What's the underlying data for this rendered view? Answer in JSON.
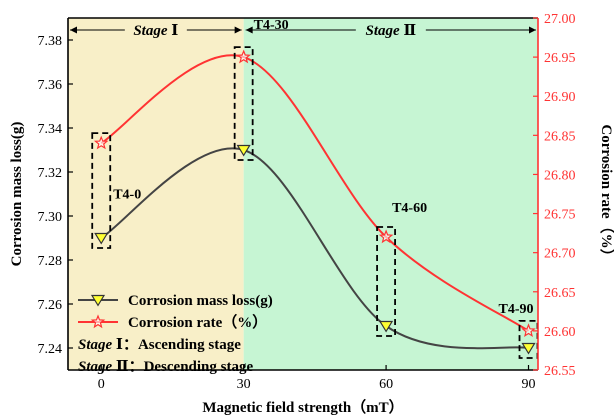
{
  "chart_data": {
    "type": "line",
    "x": [
      0,
      30,
      60,
      90
    ],
    "xlabel": "Magnetic field strength（mT）",
    "xticks": [
      "0",
      "30",
      "60",
      "90"
    ],
    "xlim": [
      -7,
      92
    ],
    "ylabel_left": "Corrosion mass loss(g)",
    "ylim_left": [
      7.23,
      7.39
    ],
    "yticks_left": [
      "7.24",
      "7.26",
      "7.28",
      "7.30",
      "7.32",
      "7.34",
      "7.36",
      "7.38"
    ],
    "ylabel_right": "Corrosion rate（%）",
    "ylim_right": [
      26.55,
      27.0
    ],
    "yticks_right": [
      "26.55",
      "26.60",
      "26.65",
      "26.70",
      "26.75",
      "26.80",
      "26.85",
      "26.90",
      "26.95",
      "27.00"
    ],
    "grid": false,
    "series": [
      {
        "name": "Corrosion mass loss(g)",
        "axis": "left",
        "marker": "down-triangle",
        "values": [
          7.29,
          7.33,
          7.25,
          7.24
        ],
        "color": "#444444",
        "marker_color": "#ffff33"
      },
      {
        "name": "Corrosion rate（%）",
        "axis": "right",
        "marker": "star",
        "values": [
          26.84,
          26.95,
          26.72,
          26.6
        ],
        "color": "#ff3333"
      }
    ],
    "stages": [
      {
        "label_prefix": "Stage",
        "numeral": "Ⅰ",
        "from": 0,
        "to": 30,
        "color": "#f8efc8"
      },
      {
        "label_prefix": "Stage",
        "numeral": "Ⅱ",
        "from": 30,
        "to": 90,
        "color": "#c6f5d3"
      }
    ],
    "annotations": [
      "T4-0",
      "T4-30",
      "T4-60",
      "T4-90"
    ],
    "legend_position": "bottom-left",
    "legend_notes": [
      {
        "stage": "Stage",
        "numeral": "Ⅰ",
        "text": "：Ascending stage"
      },
      {
        "stage": "Stage",
        "numeral": "Ⅱ",
        "text": "：Descending stage"
      }
    ]
  }
}
